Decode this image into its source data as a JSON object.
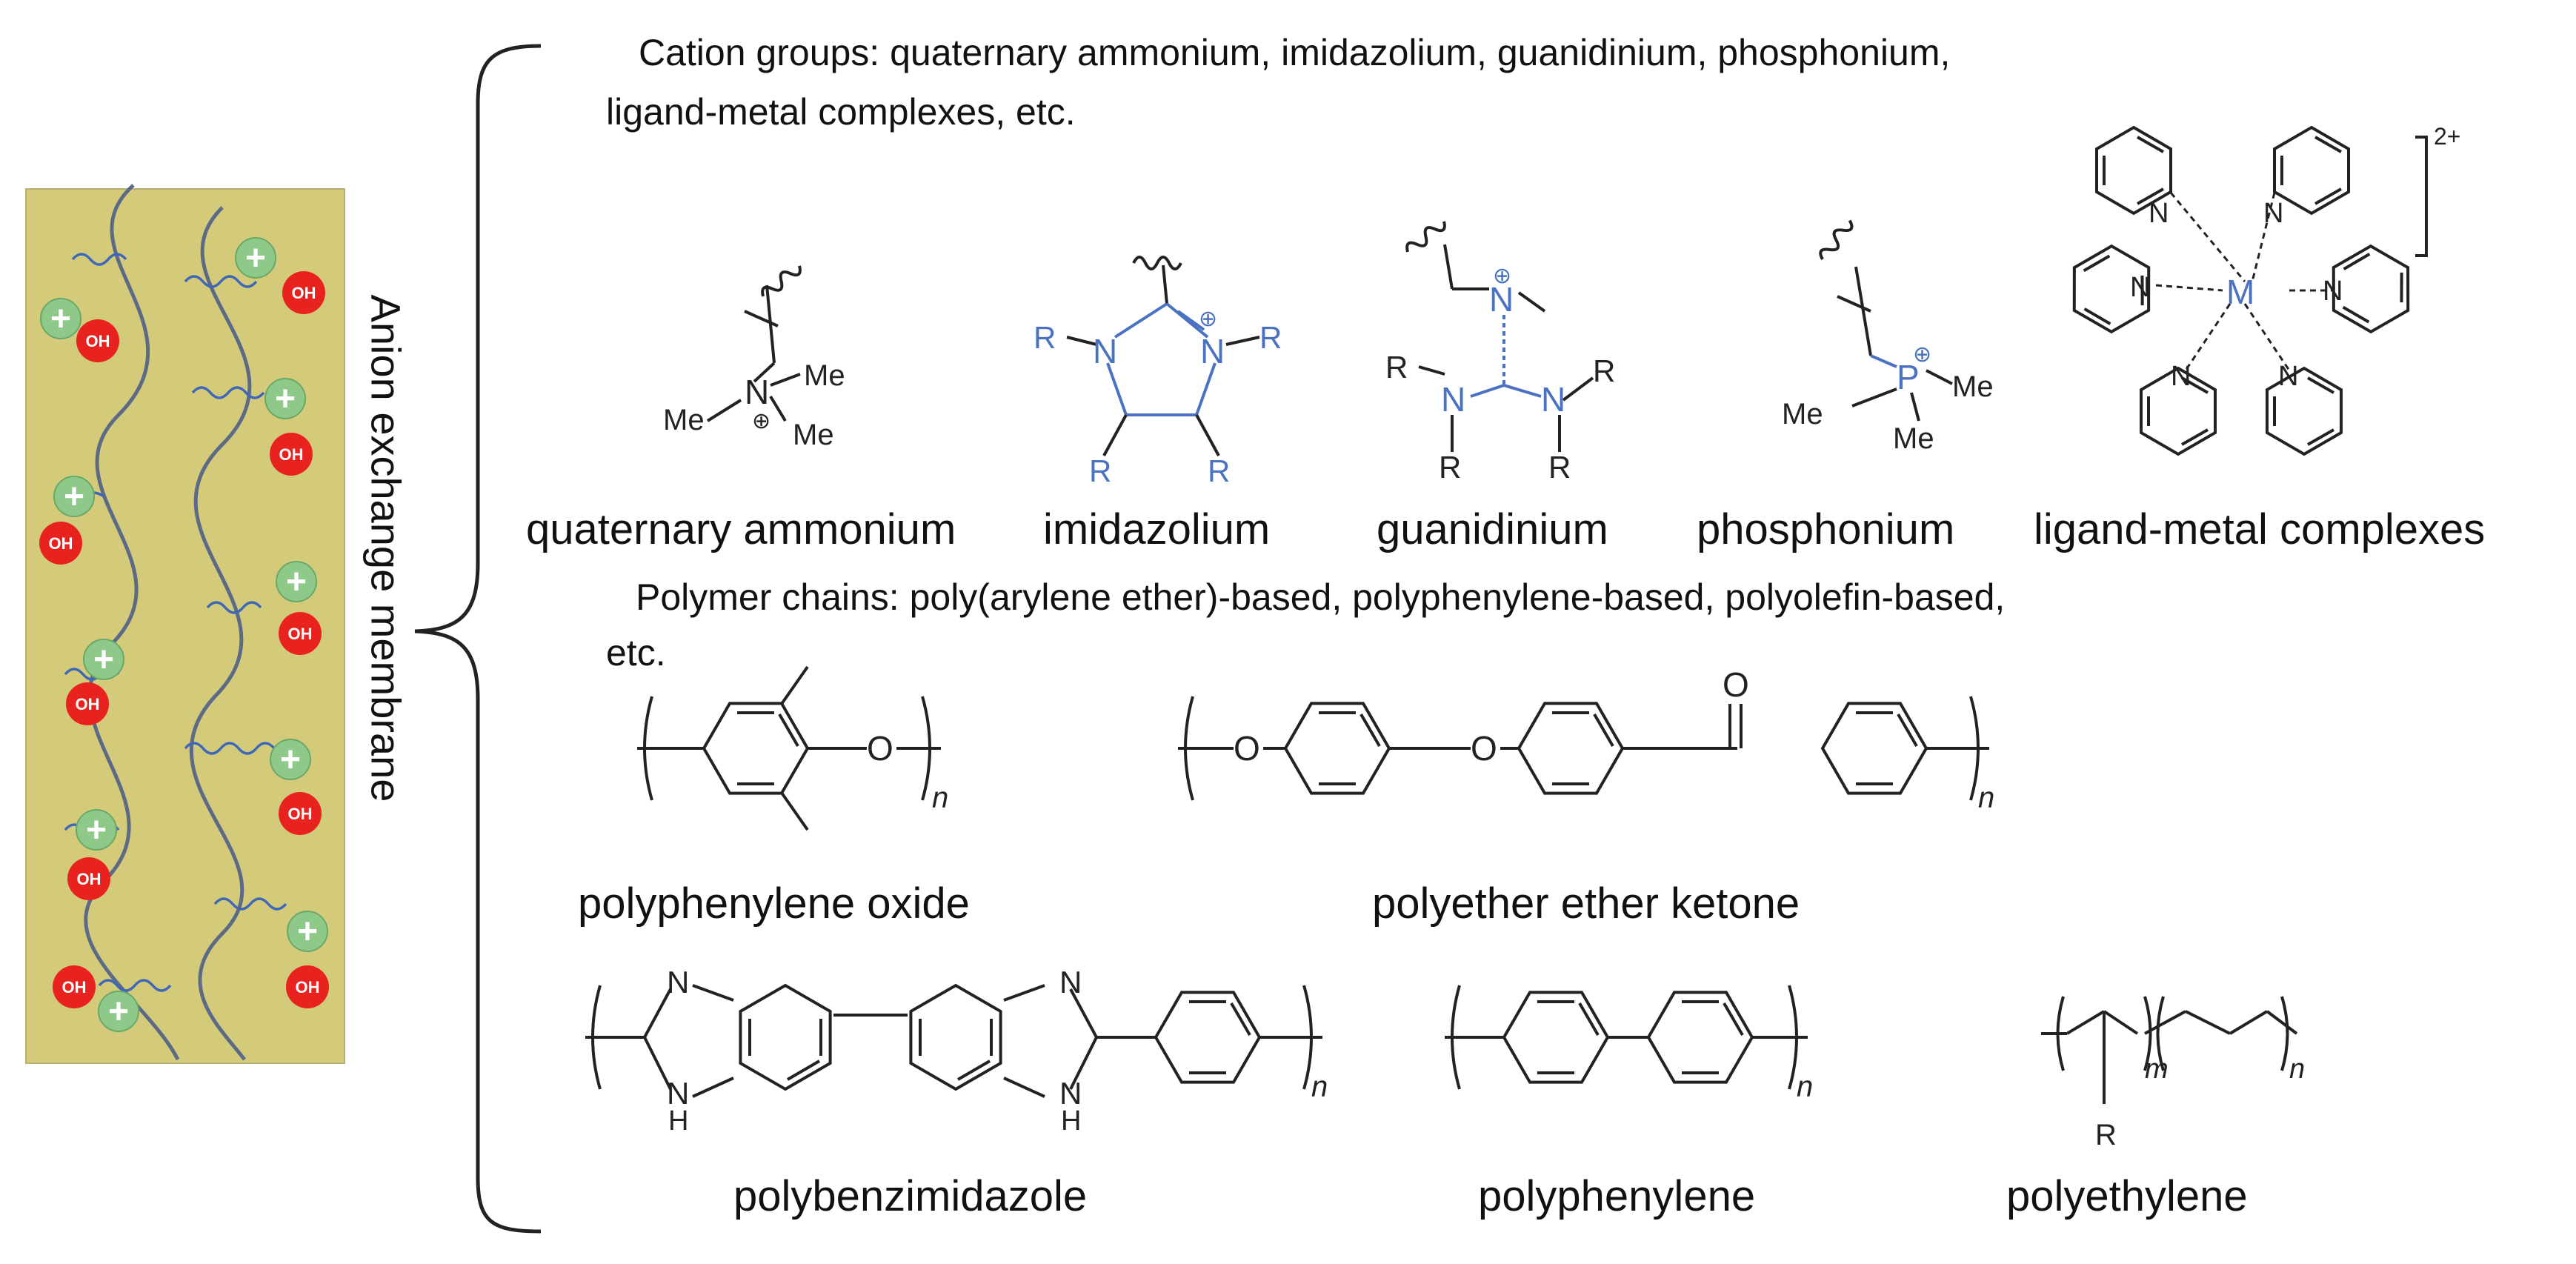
{
  "membrane": {
    "label": "Anion exchange membrane",
    "background_color": "#d4cb7a",
    "cation_color": "#8ec98a",
    "anion_color": "#e8231f",
    "cation_symbol": "+",
    "anion_symbol": "OH"
  },
  "cation_section": {
    "heading_line1": "Cation groups: quaternary ammonium, imidazolium, guanidinium, phosphonium,",
    "heading_line2": "ligand-metal complexes, etc.",
    "items": [
      {
        "name": "quaternary ammonium",
        "atoms": [
          "N",
          "Me",
          "Me",
          "Me"
        ],
        "charge": "⊕"
      },
      {
        "name": "imidazolium",
        "atoms": [
          "N",
          "N",
          "R",
          "R",
          "R",
          "R"
        ],
        "charge": "⊕"
      },
      {
        "name": "guanidinium",
        "atoms": [
          "N",
          "N",
          "N",
          "R",
          "R",
          "R",
          "R"
        ],
        "charge": "⊕"
      },
      {
        "name": "phosphonium",
        "atoms": [
          "P",
          "Me",
          "Me",
          "Me"
        ],
        "charge": "⊕"
      },
      {
        "name": "ligand-metal complexes",
        "atoms": [
          "M",
          "N"
        ],
        "charge": "2+"
      }
    ],
    "highlight_color": "#4a72c0"
  },
  "polymer_section": {
    "heading_line1": "Polymer chains: poly(arylene ether)-based, polyphenylene-based, polyolefin-based,",
    "heading_line2": "etc.",
    "items": [
      {
        "name": "polyphenylene oxide",
        "atoms": [
          "O"
        ],
        "subscript": "n"
      },
      {
        "name": "polyether ether ketone",
        "atoms": [
          "O",
          "O",
          "O"
        ],
        "subscript": "n"
      },
      {
        "name": "polybenzimidazole",
        "atoms": [
          "N",
          "H",
          "N",
          "H"
        ],
        "subscript": "n"
      },
      {
        "name": "polyphenylene",
        "subscript": "n"
      },
      {
        "name": "polyethylene",
        "atoms": [
          "R"
        ],
        "subscripts": [
          "m",
          "n"
        ]
      }
    ]
  }
}
